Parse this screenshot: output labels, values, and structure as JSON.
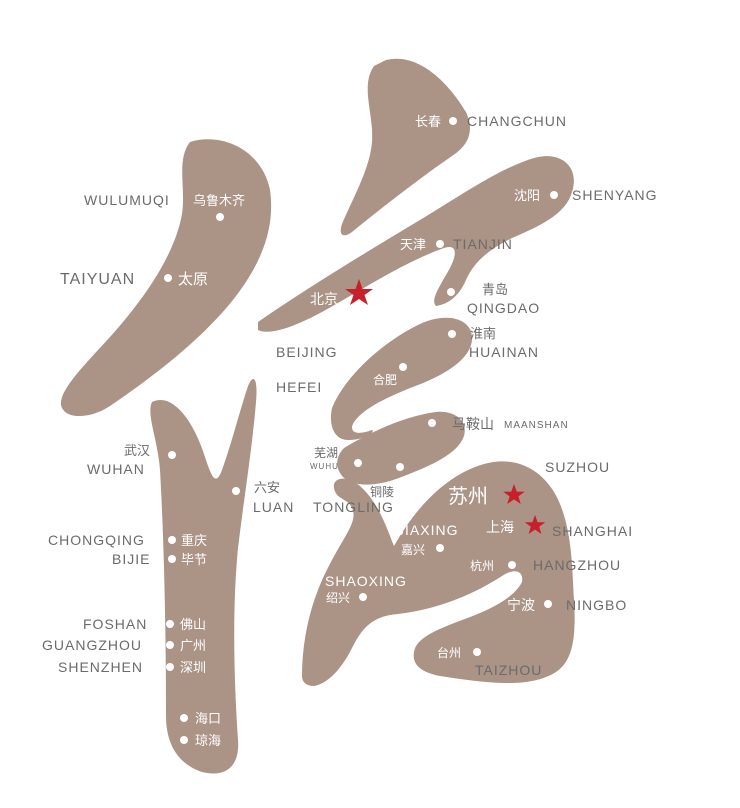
{
  "colors": {
    "shape_fill": "#ab9386",
    "dot": "#ffffff",
    "star": "#c8202b",
    "label_en": "#6b6b6b",
    "label_cn": "#ffffff"
  },
  "cities": {
    "changchun": {
      "cn": "长春",
      "en": "CHANGCHUN"
    },
    "shenyang": {
      "cn": "沈阳",
      "en": "SHENYANG"
    },
    "tianjin": {
      "cn": "天津",
      "en": "TIANJIN"
    },
    "beijing": {
      "cn": "北京",
      "en": "BEIJING"
    },
    "qingdao": {
      "cn": "青岛",
      "en": "QINGDAO"
    },
    "wulumuqi": {
      "cn": "乌鲁木齐",
      "en": "WULUMUQI"
    },
    "taiyuan": {
      "cn": "太原",
      "en": "TAIYUAN"
    },
    "huainan": {
      "cn": "淮南",
      "en": "HUAINAN"
    },
    "hefei": {
      "cn": "合肥",
      "en": "HEFEI"
    },
    "maanshan": {
      "cn": "马鞍山",
      "en": "MAANSHAN"
    },
    "wuhu": {
      "cn": "芜湖",
      "en": "WUHU"
    },
    "tongling": {
      "cn": "铜陵",
      "en": "TONGLING"
    },
    "wuhan": {
      "cn": "武汉",
      "en": "WUHAN"
    },
    "luan": {
      "cn": "六安",
      "en": "LUAN"
    },
    "suzhou": {
      "cn": "苏州",
      "en": "SUZHOU"
    },
    "shanghai": {
      "cn": "上海",
      "en": "SHANGHAI"
    },
    "jiaxing": {
      "cn": "嘉兴",
      "en": "JIAXING"
    },
    "hangzhou": {
      "cn": "杭州",
      "en": "HANGZHOU"
    },
    "shaoxing": {
      "cn": "绍兴",
      "en": "SHAOXING"
    },
    "ningbo": {
      "cn": "宁波",
      "en": "NINGBO"
    },
    "taizhou": {
      "cn": "台州",
      "en": "TAIZHOU"
    },
    "chongqing": {
      "cn": "重庆",
      "en": "CHONGQING"
    },
    "bijie": {
      "cn": "毕节",
      "en": "BIJIE"
    },
    "foshan": {
      "cn": "佛山",
      "en": "FOSHAN"
    },
    "guangzhou": {
      "cn": "广州",
      "en": "GUANGZHOU"
    },
    "shenzhen": {
      "cn": "深圳",
      "en": "SHENZHEN"
    },
    "haikou": {
      "cn": "海口"
    },
    "qionghai": {
      "cn": "琼海"
    }
  }
}
